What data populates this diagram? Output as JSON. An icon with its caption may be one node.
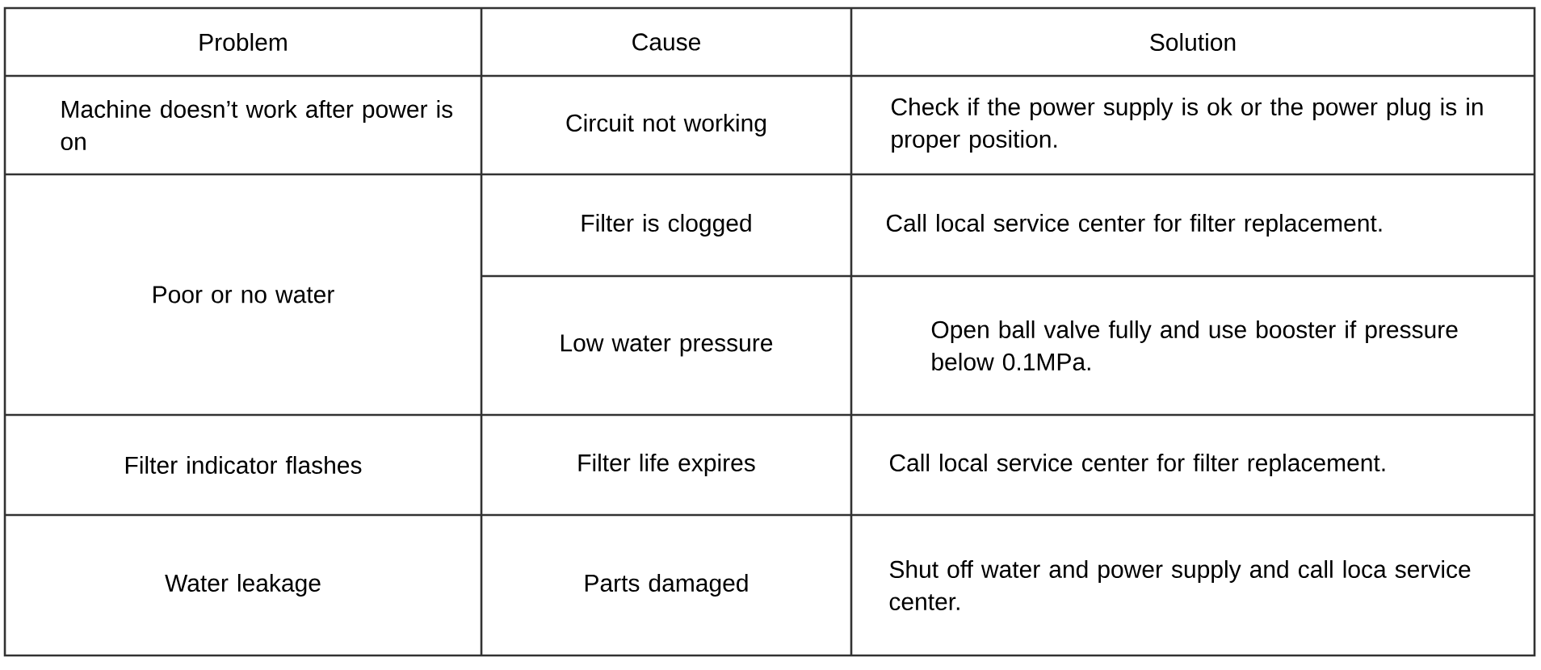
{
  "diagram": {
    "labels": [
      "Problem",
      "Cause",
      "Solution",
      "Machine doesn’t work after power is on",
      "Circuit not working",
      "Check if the power supply is ok or the power plug is in proper position.",
      "Poor or no water",
      "Filter is clogged",
      "Call local service center for filter replacement.",
      "Low water pressure",
      "Open ball valve fully and use booster if pressure below 0.1MPa.",
      "Filter indicator flashes",
      "Filter life expires",
      "Call local service center for filter replacement.",
      "Water leakage",
      "Parts damaged",
      "Shut off water and power supply and call loca service center."
    ]
  }
}
